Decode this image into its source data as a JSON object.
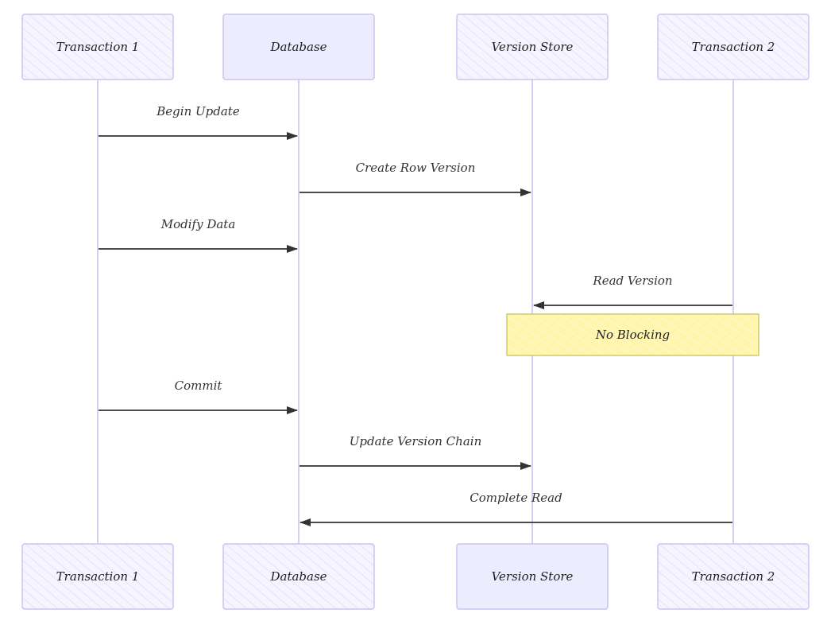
{
  "colors": {
    "actor_fill": "#ececff",
    "actor_stroke": "#cbc4f0",
    "lifeline": "#d4d0f2",
    "arrow": "#333333",
    "note_fill": "#fff5ad",
    "note_stroke": "#c9c35a"
  },
  "participants": [
    {
      "id": "t1",
      "label": "Transaction 1"
    },
    {
      "id": "db",
      "label": "Database"
    },
    {
      "id": "vs",
      "label": "Version Store"
    },
    {
      "id": "t2",
      "label": "Transaction 2"
    }
  ],
  "messages": [
    {
      "from": "t1",
      "to": "db",
      "label": "Begin Update"
    },
    {
      "from": "db",
      "to": "vs",
      "label": "Create Row Version"
    },
    {
      "from": "t1",
      "to": "db",
      "label": "Modify Data"
    },
    {
      "from": "t2",
      "to": "vs",
      "label": "Read Version"
    },
    {
      "from": "t1",
      "to": "db",
      "label": "Commit"
    },
    {
      "from": "db",
      "to": "vs",
      "label": "Update Version Chain"
    },
    {
      "from": "t2",
      "to": "db",
      "label": "Complete Read"
    }
  ],
  "note": {
    "over": [
      "vs",
      "t2"
    ],
    "after_message": 3,
    "label": "No Blocking"
  }
}
